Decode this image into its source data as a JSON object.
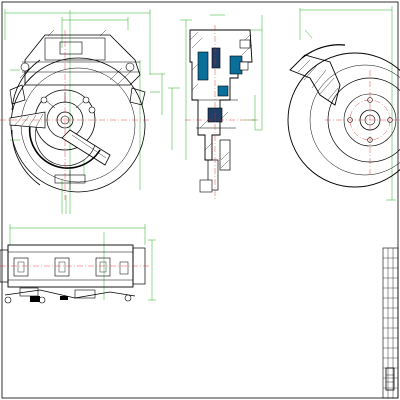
{
  "drawing": {
    "colors": {
      "outline": "#000000",
      "dimension": "#22b022",
      "centerline": "#e02020",
      "hatch": "#000000",
      "section_fill": "#0b6f9c",
      "section_dark": "#1f3f66",
      "background": "#ffffff"
    },
    "views": [
      {
        "id": "front-view",
        "label": ""
      },
      {
        "id": "section-view",
        "label": ""
      },
      {
        "id": "rear-view",
        "label": ""
      },
      {
        "id": "bottom-view",
        "label": ""
      }
    ]
  },
  "technical_requirements": {
    "lines": [
      "",
      "",
      "",
      "",
      "",
      ""
    ]
  },
  "title_block": {
    "drawing_title": "",
    "cells": []
  }
}
